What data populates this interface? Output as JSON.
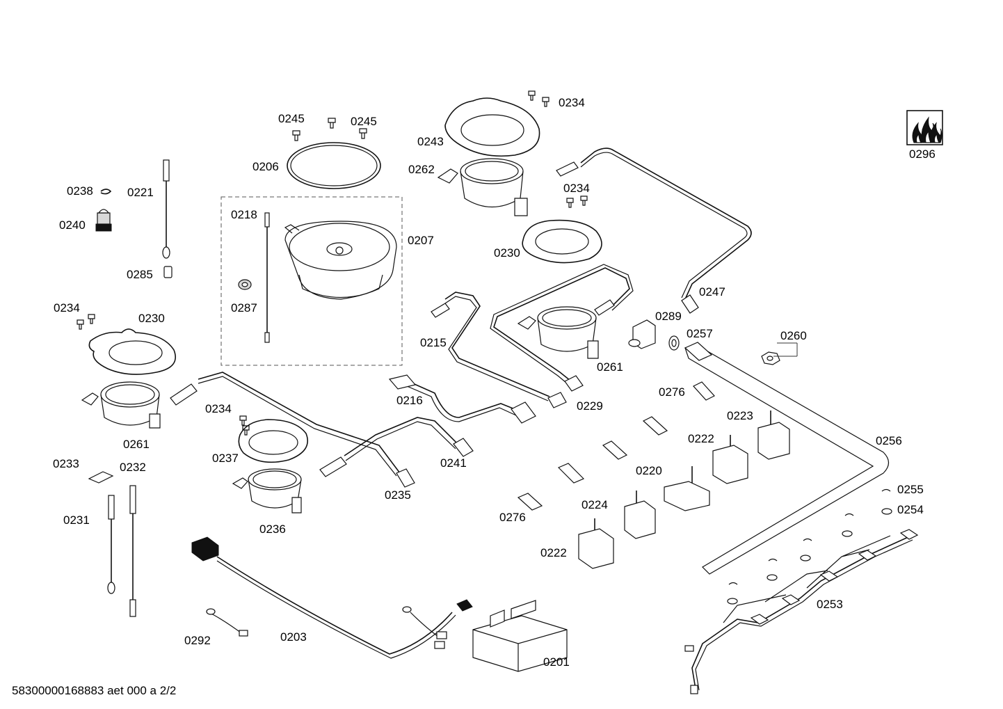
{
  "labels": {
    "l0245a": "0245",
    "l0245b": "0245",
    "l0206": "0206",
    "l0218": "0218",
    "l0207": "0207",
    "l0287": "0287",
    "l0238": "0238",
    "l0221": "0221",
    "l0240": "0240",
    "l0285": "0285",
    "l0234a": "0234",
    "l0230a": "0230",
    "l0261a": "0261",
    "l0234b": "0234",
    "l0237": "0237",
    "l0236": "0236",
    "l0233": "0233",
    "l0232": "0232",
    "l0231": "0231",
    "l0292": "0292",
    "l0203": "0203",
    "l0201": "0201",
    "l0243": "0243",
    "l0234c": "0234",
    "l0262": "0262",
    "l0234d": "0234",
    "l0230b": "0230",
    "l0215": "0215",
    "l0216": "0216",
    "l0229": "0229",
    "l0261b": "0261",
    "l0235": "0235",
    "l0241": "0241",
    "l0247": "0247",
    "l0289": "0289",
    "l0257": "0257",
    "l0260": "0260",
    "l0276a": "0276",
    "l0223": "0223",
    "l0222a": "0222",
    "l0220": "0220",
    "l0224": "0224",
    "l0276b": "0276",
    "l0222b": "0222",
    "l0256": "0256",
    "l0255": "0255",
    "l0254": "0254",
    "l0253": "0253",
    "l0296": "0296"
  },
  "footer": {
    "doc_id": "58300000168883 aet 000 a 2/2"
  }
}
